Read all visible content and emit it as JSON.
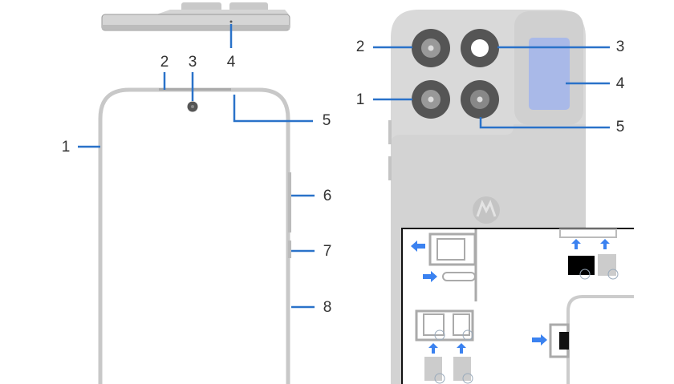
{
  "colors": {
    "callout_line": "#2a72c9",
    "device_gray": "#d9d9d9",
    "blue_panel": "#a9b9e8",
    "arrow": "#3b82f0"
  },
  "front_view": {
    "callouts": [
      "1",
      "2",
      "3",
      "4",
      "5",
      "6",
      "7",
      "8"
    ]
  },
  "back_view": {
    "callouts": [
      "1",
      "2",
      "3",
      "4",
      "5"
    ]
  }
}
